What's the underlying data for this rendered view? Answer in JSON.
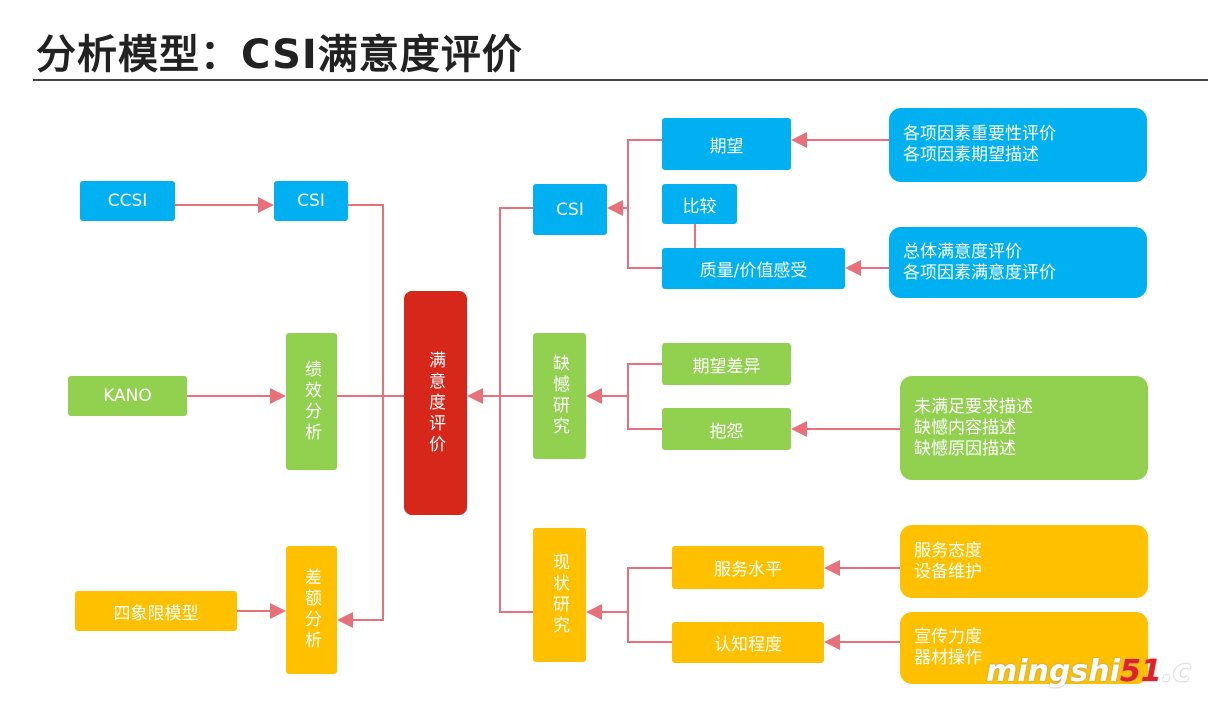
{
  "title": "分析模型：CSI满意度评价",
  "colors": {
    "blue": "#00b0f0",
    "green": "#92d050",
    "yellow": "#ffc000",
    "red": "#d7261a",
    "connector": "#e8707a"
  },
  "left": {
    "ccsi": "CCSI",
    "csi": "CSI",
    "kano": "KANO",
    "performance": "绩效分析",
    "quadrant": "四象限模型",
    "gap": "差额分析"
  },
  "center": "满意度评价",
  "middle": {
    "csi": "CSI",
    "regret": "缺憾研究",
    "status": "现状研究"
  },
  "sub": {
    "expect": "期望",
    "compare": "比较",
    "quality": "质量/价值感受",
    "expect_diff": "期望差异",
    "complaint": "抱怨",
    "service": "服务水平",
    "cognition": "认知程度"
  },
  "details": {
    "expect": "各项因素重要性评价\n各项因素期望描述",
    "quality": "总体满意度评价\n各项因素满意度评价",
    "complaint": "未满足要求描述\n缺憾内容描述\n缺憾原因描述",
    "service": "服务态度\n设备维护",
    "cognition": "宣传力度\n器材操作"
  },
  "watermark": {
    "text": "mingshi",
    "accent": "51",
    "suffix": ".c"
  }
}
